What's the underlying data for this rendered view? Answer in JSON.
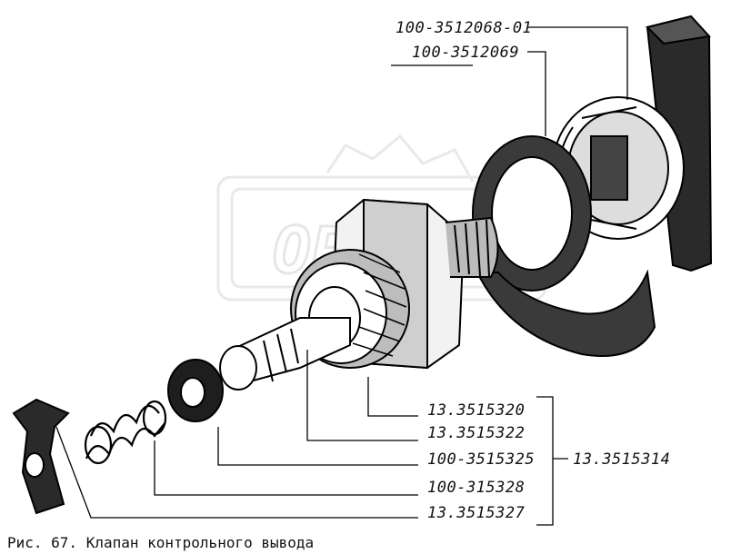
{
  "labels": {
    "knob_a": "100-3512068-01",
    "knob_b": "100-3512069",
    "p320": "13.3515320",
    "p322": "13.3515322",
    "p325": "100-3515325",
    "p328": "100-315328",
    "p327": "13.3515327",
    "assembly": "13.3515314"
  },
  "caption": "Рис. 67. Клапан контрольного вывода",
  "watermark": "OPEX"
}
